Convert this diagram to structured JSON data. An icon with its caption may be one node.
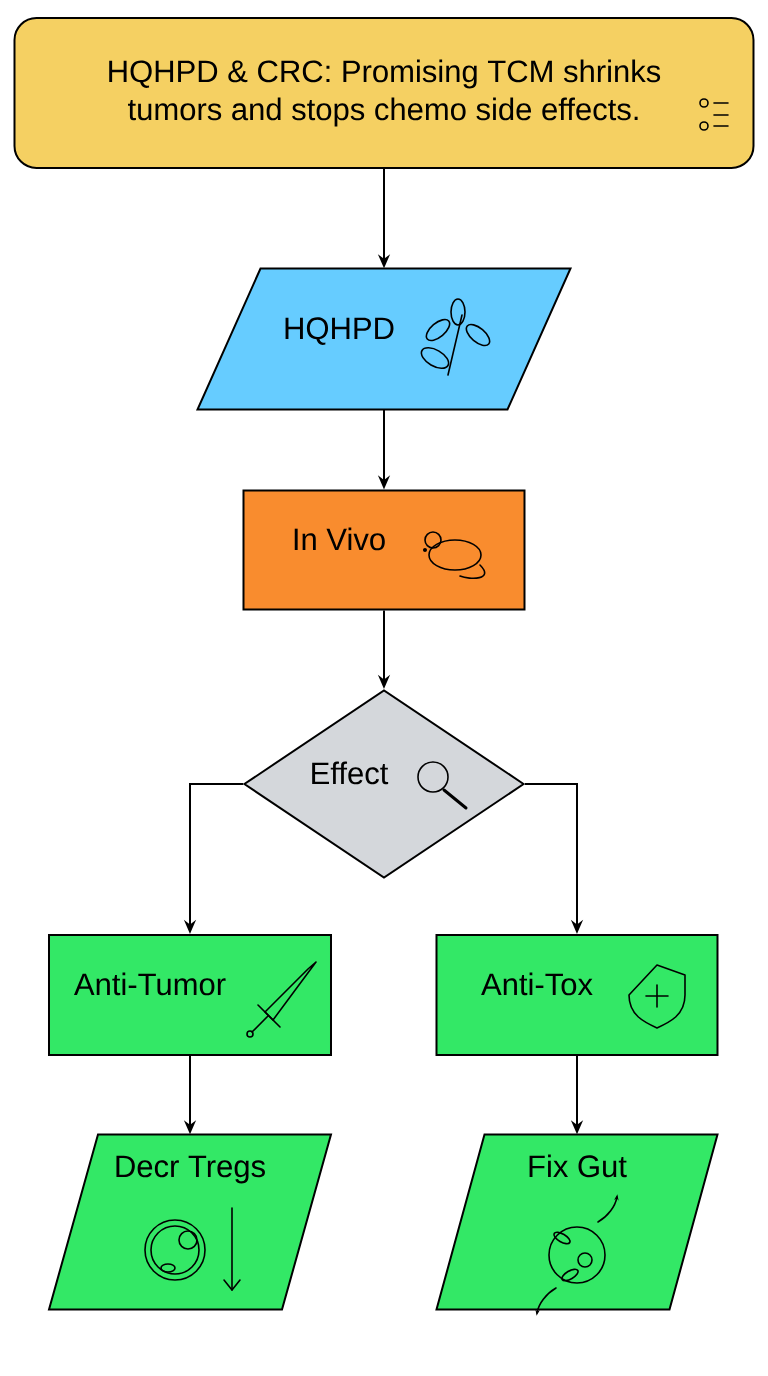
{
  "diagram": {
    "nodes": [
      {
        "text": [
          "HQHPD & CRC: Promising TCM shrinks tumors and stops chemo side effects."
        ]
      },
      {
        "text": [
          "HQHPD"
        ]
      },
      {
        "text": [
          "In Vivo"
        ]
      },
      {
        "text": [
          "Effect"
        ]
      },
      {
        "text": [
          "Anti-Tumor"
        ]
      },
      {
        "text": [
          "Anti-Tox"
        ]
      },
      {
        "text": [
          "Decr Tregs"
        ]
      },
      {
        "text": [
          "Fix Gut"
        ]
      }
    ],
    "edges": [
      {
        "from": 0,
        "to": 1,
        "arrow": "to"
      },
      {
        "from": 1,
        "to": 2,
        "arrow": "to"
      },
      {
        "from": 2,
        "to": 3,
        "arrow": "to"
      },
      {
        "from": 3,
        "to": 4,
        "arrow": "to"
      },
      {
        "from": 3,
        "to": 5,
        "arrow": "to"
      },
      {
        "from": 4,
        "to": 6,
        "arrow": "to"
      },
      {
        "from": 5,
        "to": 7,
        "arrow": "to"
      }
    ]
  }
}
